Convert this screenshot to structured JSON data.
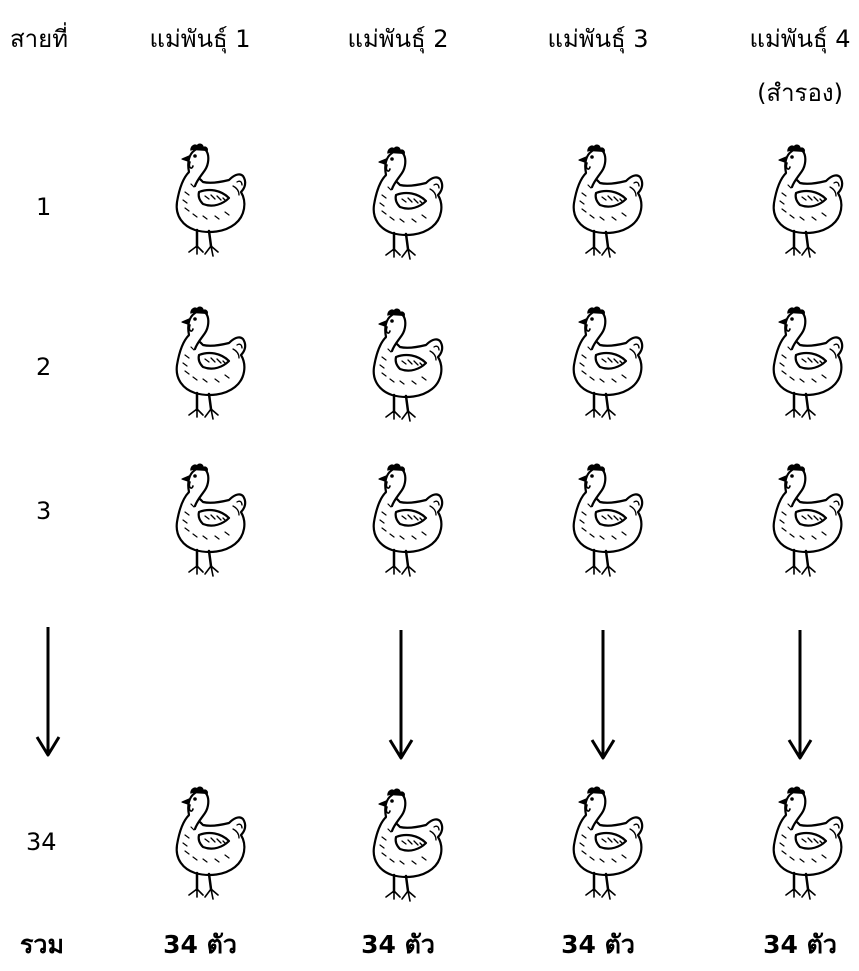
{
  "header": {
    "row_label": "สายที่",
    "columns": [
      {
        "label": "แม่พันธุ์ 1",
        "note": ""
      },
      {
        "label": "แม่พันธุ์ 2",
        "note": ""
      },
      {
        "label": "แม่พันธุ์ 3",
        "note": ""
      },
      {
        "label": "แม่พันธุ์ 4",
        "note": "(สำรอง)"
      }
    ]
  },
  "rows": [
    {
      "label": "1"
    },
    {
      "label": "2"
    },
    {
      "label": "3"
    },
    {
      "label": "34"
    }
  ],
  "icons": {
    "hen": "hen-icon",
    "arrow": "arrow-down-icon"
  },
  "footer": {
    "label": "รวม",
    "totals": [
      "34 ตัว",
      "34 ตัว",
      "34 ตัว",
      "34 ตัว"
    ]
  }
}
